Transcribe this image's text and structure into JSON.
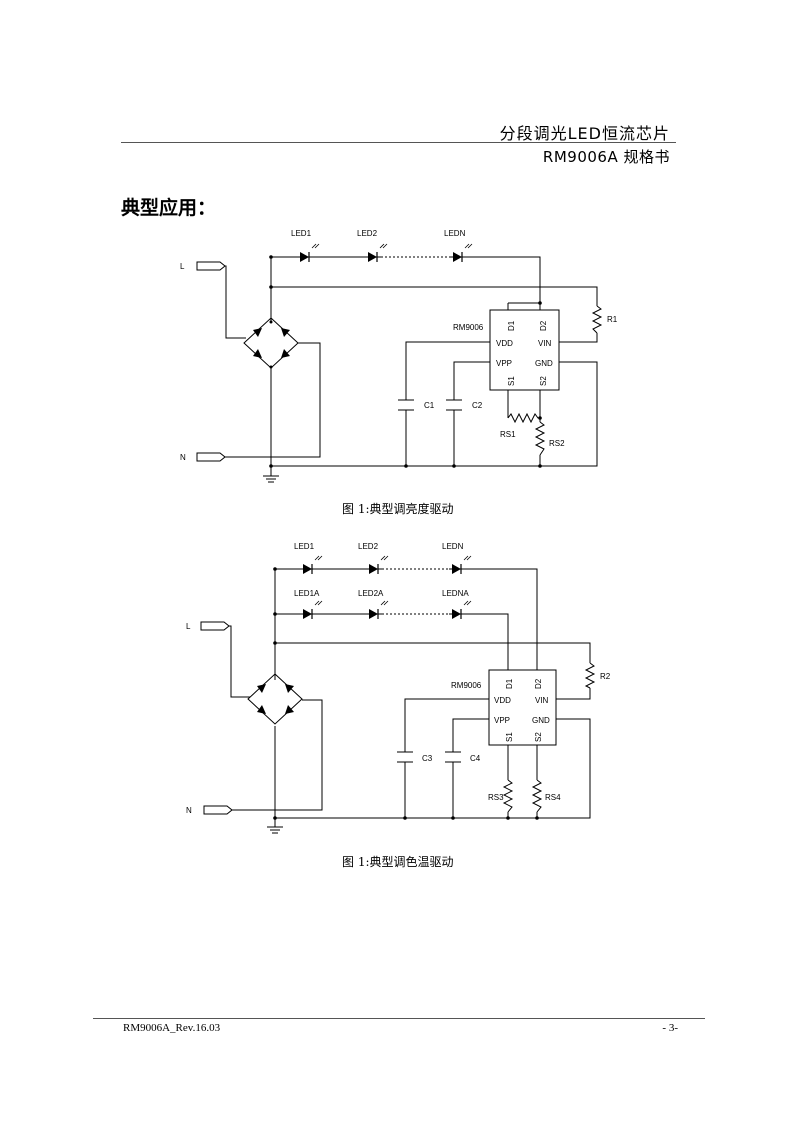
{
  "header": {
    "product_name": "分段调光LED恒流芯片",
    "spec_title": "RM9006A 规格书"
  },
  "section": {
    "title": "典型应用："
  },
  "figure1": {
    "caption": "图 1:典型调亮度驱动",
    "labels": {
      "L": "L",
      "N": "N",
      "led1": "LED1",
      "led2": "LED2",
      "ledn": "LEDN",
      "chip": "RM9006",
      "d1": "D1",
      "d2": "D2",
      "vdd": "VDD",
      "vin": "VIN",
      "vpp": "VPP",
      "gnd": "GND",
      "s1": "S1",
      "s2": "S2",
      "r1": "R1",
      "c1": "C1",
      "c2": "C2",
      "rs1": "RS1",
      "rs2": "RS2"
    }
  },
  "figure2": {
    "caption": "图 1:典型调色温驱动",
    "labels": {
      "L": "L",
      "N": "N",
      "led1": "LED1",
      "led2": "LED2",
      "ledn": "LEDN",
      "led1a": "LED1A",
      "led2a": "LED2A",
      "ledna": "LEDNA",
      "chip": "RM9006",
      "d1": "D1",
      "d2": "D2",
      "vdd": "VDD",
      "vin": "VIN",
      "vpp": "VPP",
      "gnd": "GND",
      "s1": "S1",
      "s2": "S2",
      "r2": "R2",
      "c3": "C3",
      "c4": "C4",
      "rs3": "RS3",
      "rs4": "RS4"
    }
  },
  "footer": {
    "doc_id": "RM9006A_Rev.16.03",
    "page": "- 3-"
  }
}
